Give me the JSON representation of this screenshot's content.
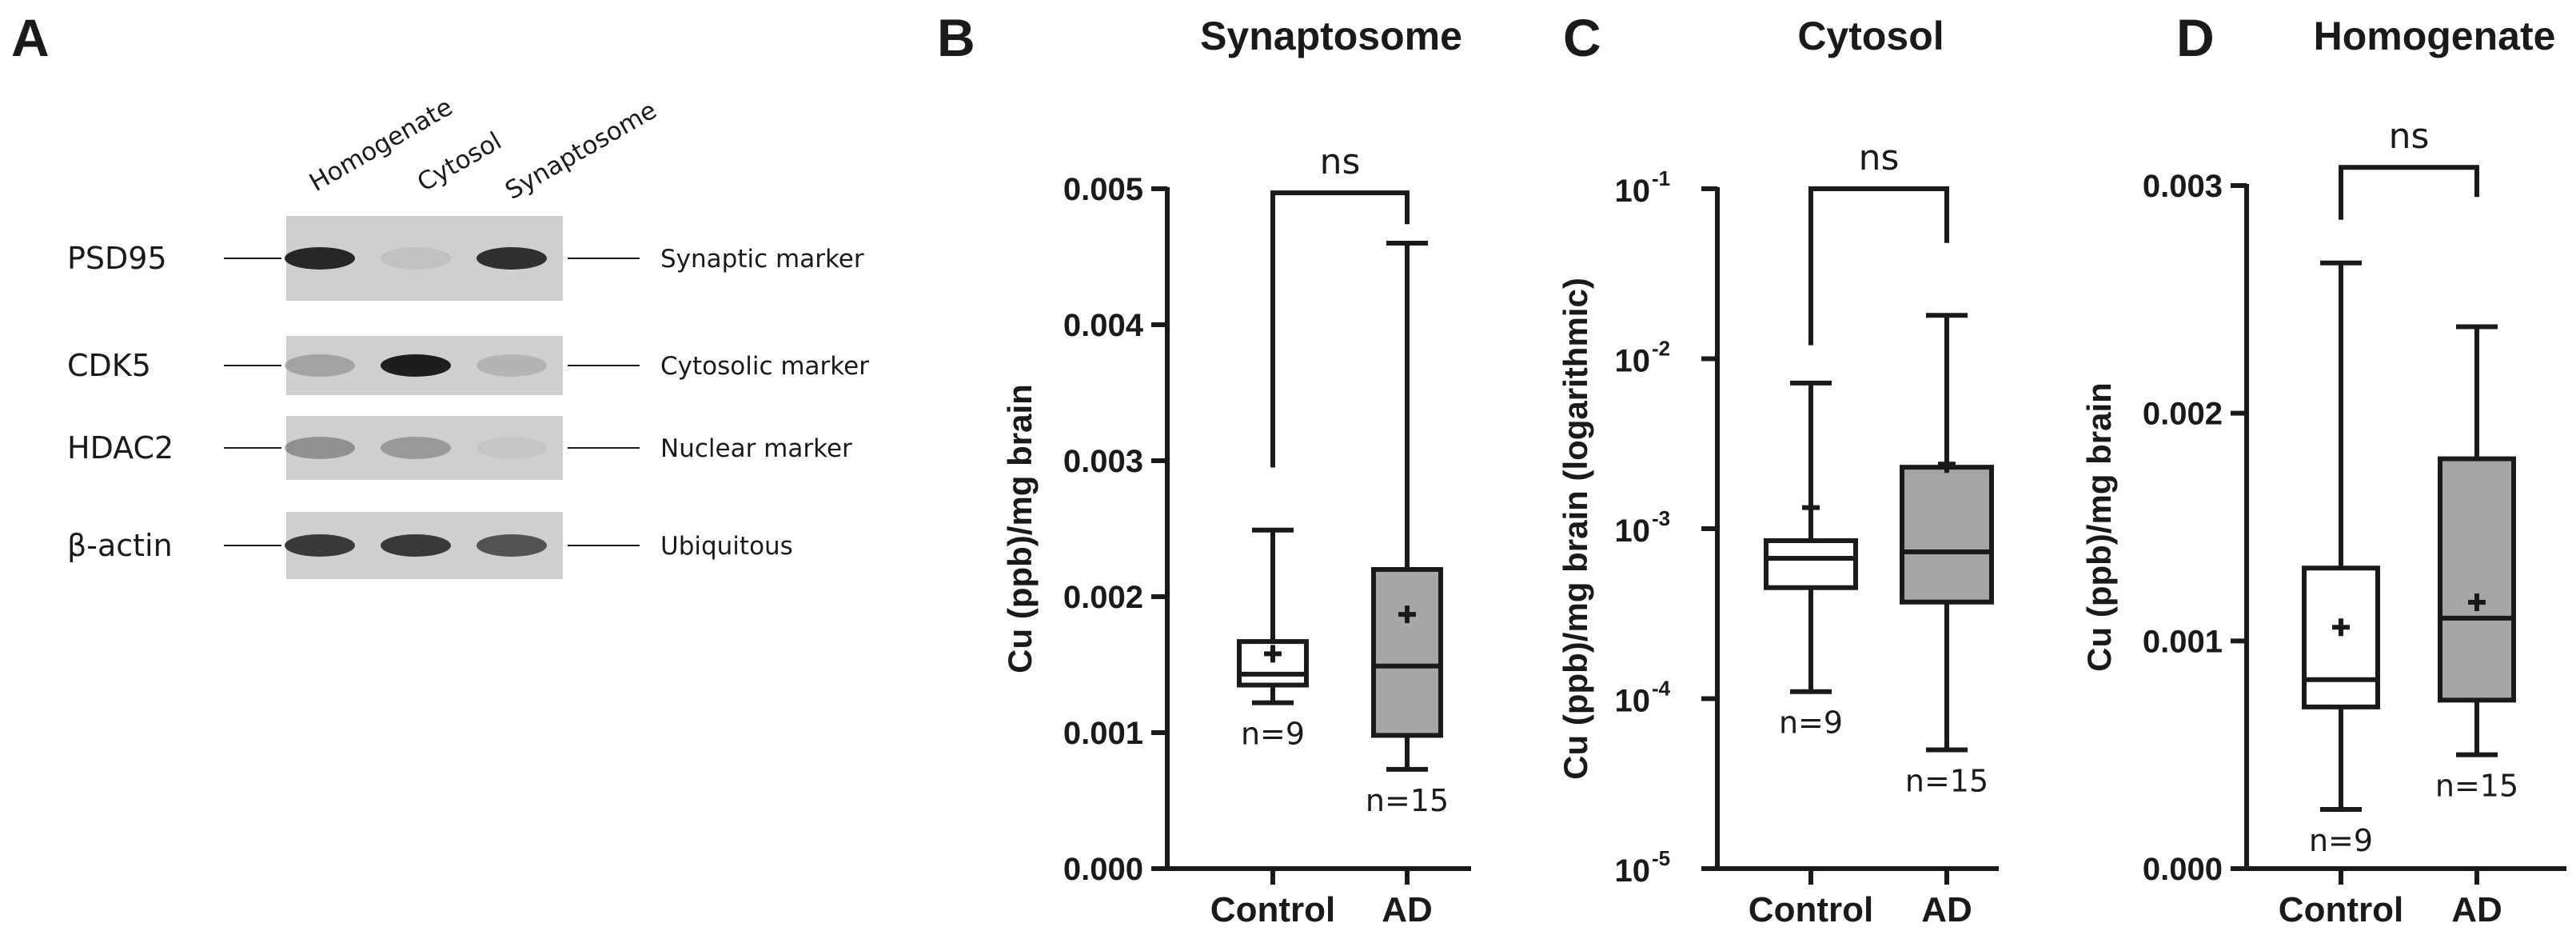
{
  "panel_a": {
    "letter": "A",
    "lanes": [
      "Homogenate",
      "Cytosol",
      "Synaptosome"
    ],
    "rows": [
      {
        "protein": "PSD95",
        "marker": "Synaptic marker",
        "bands": [
          0.95,
          0.08,
          0.9
        ]
      },
      {
        "protein": "CDK5",
        "marker": "Cytosolic marker",
        "bands": [
          0.25,
          1.0,
          0.15
        ]
      },
      {
        "protein": "HDAC2",
        "marker": "Nuclear marker",
        "bands": [
          0.35,
          0.3,
          0.05
        ]
      },
      {
        "protein": "β-actin",
        "marker": "Ubiquitous",
        "bands": [
          0.85,
          0.85,
          0.7
        ]
      }
    ]
  },
  "colors": {
    "control_fill": "#ffffff",
    "ad_fill": "#a6a6a6",
    "stroke": "#1a1a1a",
    "blot_bg": "#cfcfcf",
    "band": "#1e1e1e"
  },
  "chart_data": [
    {
      "letter": "B",
      "type": "box",
      "title": "Synaptosome",
      "ylabel": "Cu (ppb)/mg brain",
      "scale": "linear",
      "ylim": [
        0,
        0.005
      ],
      "yticks": [
        0.0,
        0.001,
        0.002,
        0.003,
        0.004,
        0.005
      ],
      "ytick_labels": [
        "0.000",
        "0.001",
        "0.002",
        "0.003",
        "0.004",
        "0.005"
      ],
      "categories": [
        "Control",
        "AD"
      ],
      "boxes": [
        {
          "category": "Control",
          "min": 0.00122,
          "q1": 0.00135,
          "median": 0.00143,
          "q3": 0.00167,
          "max": 0.00249,
          "mean": 0.00158,
          "n_label": "n=9"
        },
        {
          "category": "AD",
          "min": 0.00073,
          "q1": 0.00098,
          "median": 0.00149,
          "q3": 0.0022,
          "max": 0.0046,
          "mean": 0.00187,
          "n_label": "n=15"
        }
      ],
      "significance": {
        "label": "ns",
        "y": 0.00497,
        "drop_left": 0.00295,
        "drop_right": 0.00474
      }
    },
    {
      "letter": "C",
      "type": "box",
      "title": "Cytosol",
      "ylabel": "Cu (ppb)/mg brain (logarithmic)",
      "scale": "log",
      "ylim": [
        1e-05,
        0.1
      ],
      "yticks": [
        1e-05,
        0.0001,
        0.001,
        0.01,
        0.1
      ],
      "ytick_labels": [
        {
          "base": "10",
          "exp": "-5"
        },
        {
          "base": "10",
          "exp": "-4"
        },
        {
          "base": "10",
          "exp": "-3"
        },
        {
          "base": "10",
          "exp": "-2"
        },
        {
          "base": "10",
          "exp": "-1"
        }
      ],
      "categories": [
        "Control",
        "AD"
      ],
      "boxes": [
        {
          "category": "Control",
          "min": 0.00011,
          "q1": 0.00045,
          "median": 0.00067,
          "q3": 0.00085,
          "max": 0.0072,
          "mean": 0.00133,
          "n_label": "n=9"
        },
        {
          "category": "AD",
          "min": 5e-05,
          "q1": 0.00037,
          "median": 0.00073,
          "q3": 0.0023,
          "max": 0.018,
          "mean": 0.0024,
          "n_label": "n=15"
        }
      ],
      "significance": {
        "label": "ns",
        "y": 0.1,
        "drop_left": 0.012,
        "drop_right": 0.048
      }
    },
    {
      "letter": "D",
      "type": "box",
      "title": "Homogenate",
      "ylabel": "Cu (ppb)/mg brain",
      "scale": "linear",
      "ylim": [
        0,
        0.003
      ],
      "yticks": [
        0.0,
        0.001,
        0.002,
        0.003
      ],
      "ytick_labels": [
        "0.000",
        "0.001",
        "0.002",
        "0.003"
      ],
      "categories": [
        "Control",
        "AD"
      ],
      "boxes": [
        {
          "category": "Control",
          "min": 0.00026,
          "q1": 0.00071,
          "median": 0.00083,
          "q3": 0.00132,
          "max": 0.00266,
          "mean": 0.00106,
          "n_label": "n=9"
        },
        {
          "category": "AD",
          "min": 0.0005,
          "q1": 0.00074,
          "median": 0.0011,
          "q3": 0.0018,
          "max": 0.00238,
          "mean": 0.00117,
          "n_label": "n=15"
        }
      ],
      "significance": {
        "label": "ns",
        "y": 0.00308,
        "drop_left": 0.00285,
        "drop_right": 0.00295
      }
    }
  ]
}
